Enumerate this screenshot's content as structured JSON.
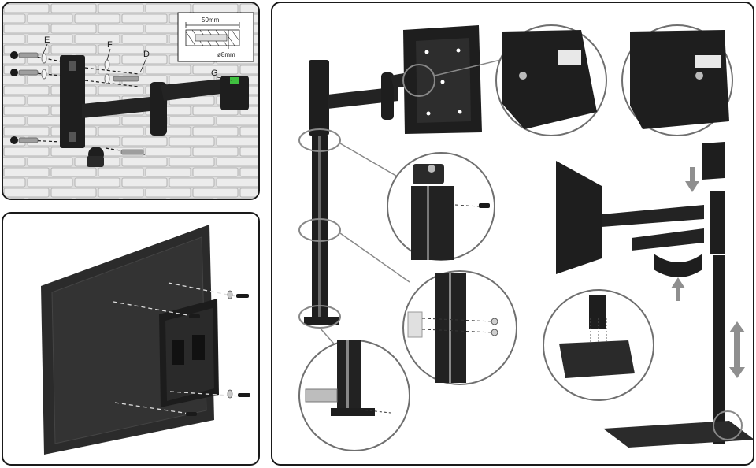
{
  "wall_panel": {
    "labels": {
      "e": "E",
      "f": "F",
      "d": "D",
      "g": "G"
    },
    "inset": {
      "width": "50mm",
      "diameter": "ø8mm"
    }
  },
  "tv_panel": {},
  "stand_panel": {},
  "colors": {
    "bracket": "#1e1e1e",
    "wall": "#d9d9d9",
    "wall_line": "#9a9a9a",
    "outline": "#1a1a1a",
    "arrow": "#8f8f8f",
    "level_green": "#3fbf3f"
  },
  "icons": [
    "screw-icon",
    "washer-icon",
    "anchor-icon",
    "bubble-level-icon",
    "arrow-down-icon",
    "arrow-up-icon",
    "height-adjust-icon"
  ]
}
